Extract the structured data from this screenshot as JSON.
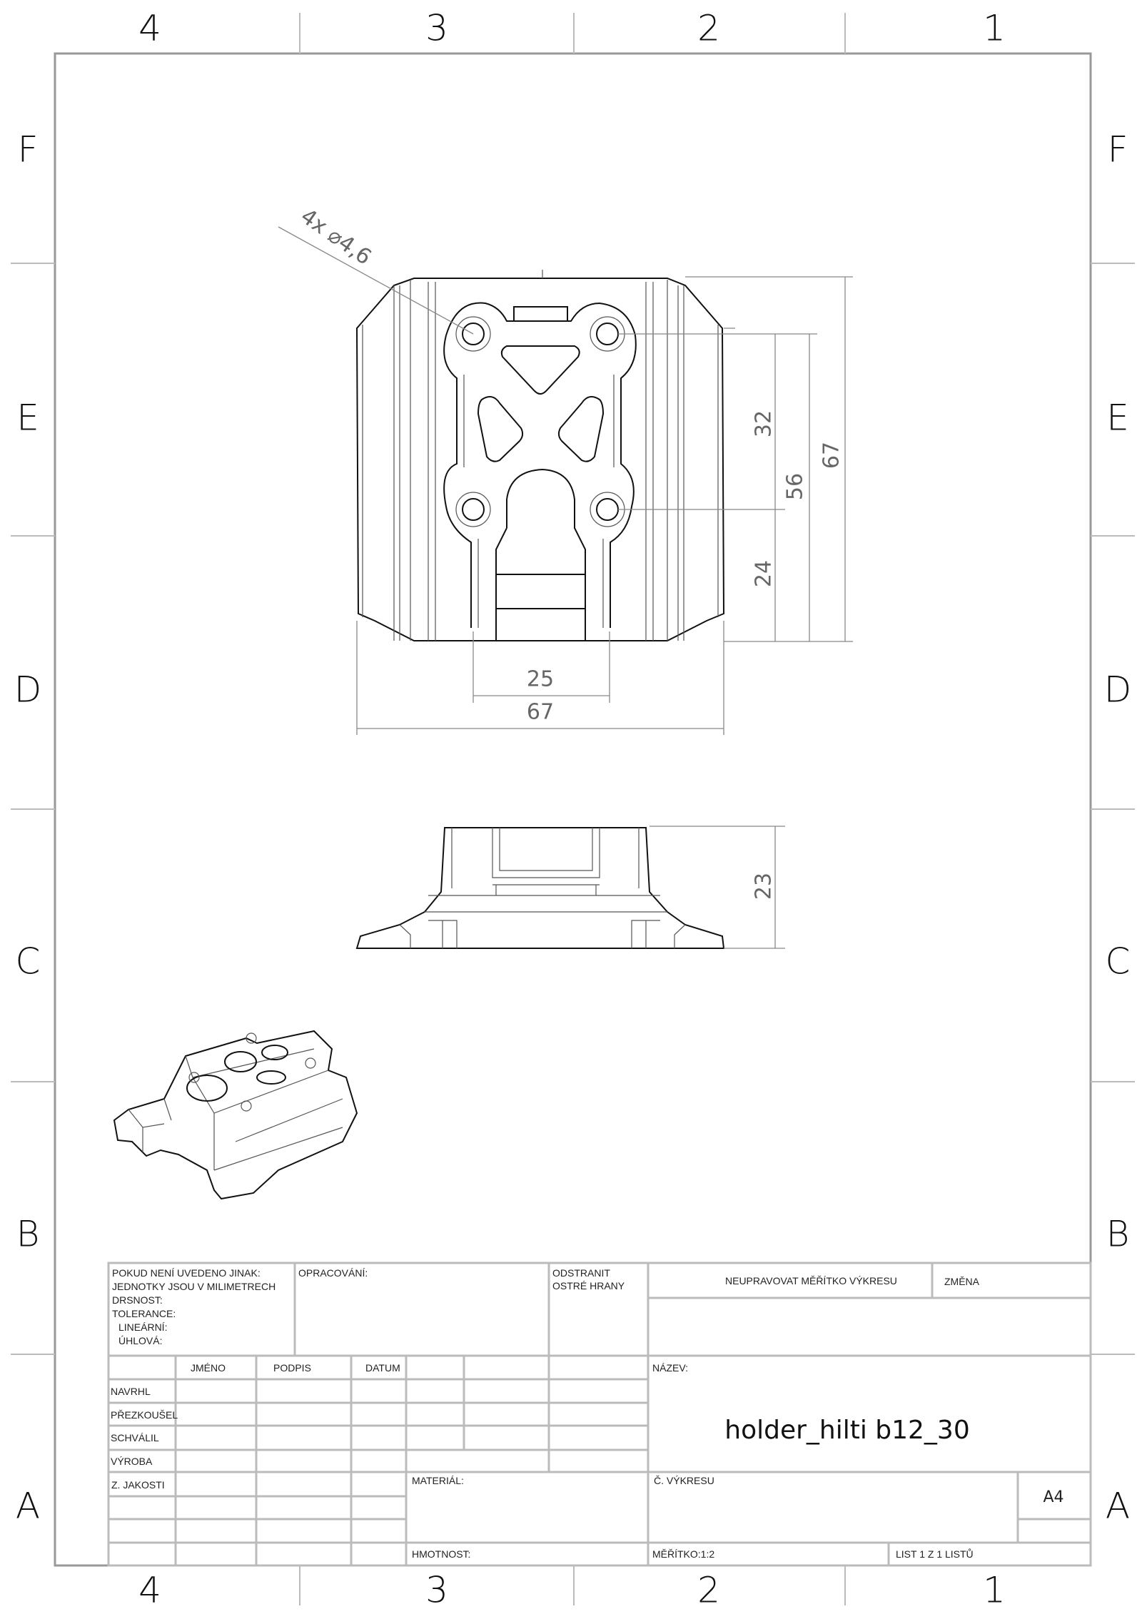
{
  "sheet": {
    "columns": [
      "4",
      "3",
      "2",
      "1"
    ],
    "rows": [
      "F",
      "E",
      "D",
      "C",
      "B",
      "A"
    ]
  },
  "views": {
    "top": {
      "hole_callout": "4x ⌀4,6",
      "dims": {
        "d32": "32",
        "d56": "56",
        "d67v": "67",
        "d24": "24",
        "d25": "25",
        "d67h": "67"
      }
    },
    "side": {
      "dims": {
        "d23": "23"
      }
    }
  },
  "title_block": {
    "notes": [
      "POKUD NENÍ UVEDENO JINAK:",
      "JEDNOTKY JSOU V MILIMETRECH",
      "DRSNOST:",
      "TOLERANCE:",
      "LINEÁRNÍ:",
      "ÚHLOVÁ:"
    ],
    "opracovani": "OPRACOVÁNÍ:",
    "odstranit": [
      "ODSTRANIT",
      "OSTRÉ HRANY"
    ],
    "neupravovat": "NEUPRAVOVAT MĚŘÍTKO VÝKRESU",
    "zmena": "ZMĚNA",
    "headers": {
      "jmeno": "JMÉNO",
      "podpis": "PODPIS",
      "datum": "DATUM"
    },
    "roles": [
      "NAVRHL",
      "PŘEZKOUŠEL",
      "SCHVÁLIL",
      "VÝROBA",
      "Z. JAKOSTI"
    ],
    "nazev_label": "NÁZEV:",
    "title": "holder_hilti b12_30",
    "material": "MATERIÁL:",
    "hmotnost": "HMOTNOST:",
    "cislo_vykresu": "Č. VÝKRESU",
    "format": "A4",
    "meritko": "MĚŘÍTKO:1:2",
    "list": "LIST 1 Z 1 LISTŮ"
  }
}
